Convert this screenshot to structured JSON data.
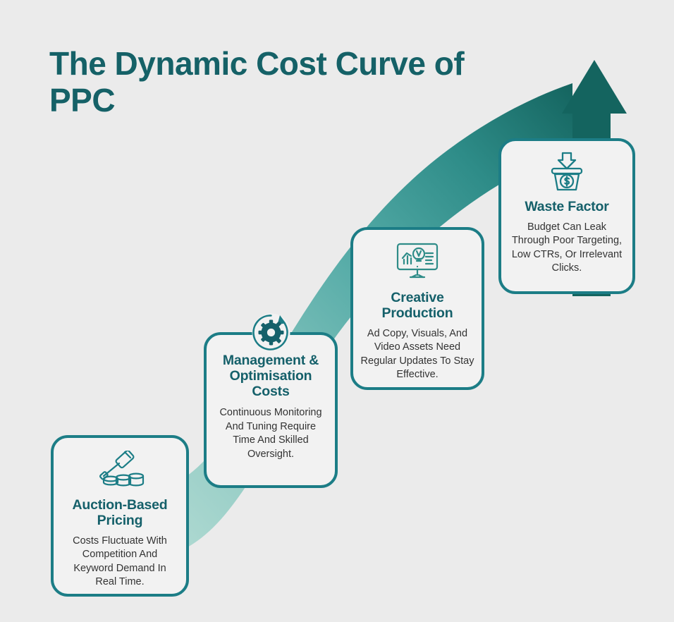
{
  "page": {
    "title": "The Dynamic Cost Curve of\nPPC",
    "background_color": "#ebebeb",
    "accent_dark": "#156167",
    "accent_border": "#1c7d86",
    "accent_mid": "#3b9e9b",
    "accent_light": "#9fd2cb",
    "body_text_color": "#333333"
  },
  "arrow": {
    "name": "upward-growth-arrow",
    "color_dark": "#14645f",
    "color_mid": "#3b9e9b",
    "color_light": "#a8d6cf",
    "direction": "up-right"
  },
  "cards": [
    {
      "id": "card-1",
      "icon": "gavel-coins-icon",
      "title": "Auction-Based Pricing",
      "body": "Costs Fluctuate With Competition And Keyword Demand In Real Time."
    },
    {
      "id": "card-2",
      "icon": "gear-refresh-icon",
      "title": "Management & Optimisation Costs",
      "body": "Continuous Monitoring And Tuning Require Time And Skilled Oversight."
    },
    {
      "id": "card-3",
      "icon": "monitor-lightbulb-chart-icon",
      "title": "Creative Production",
      "body": "Ad Copy, Visuals, And Video Assets Need Regular Updates To Stay Effective."
    },
    {
      "id": "card-4",
      "icon": "trash-bin-dollar-icon",
      "title": "Waste Factor",
      "body": "Budget Can Leak Through Poor Targeting, Low CTRs, Or Irrelevant Clicks."
    }
  ]
}
